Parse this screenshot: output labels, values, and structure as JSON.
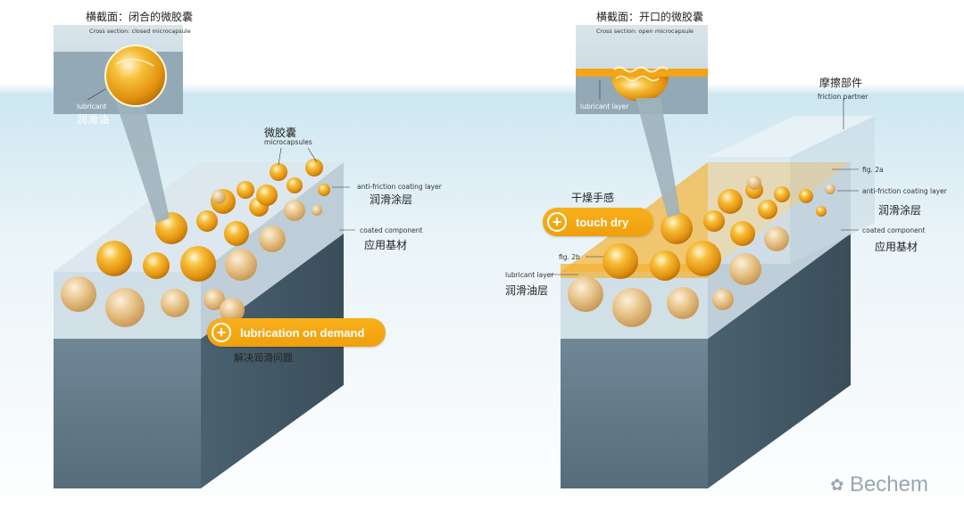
{
  "left_panel": {
    "inset_title_cn": "横截面：闭合的微胶囊",
    "inset_title_en": "Cross section: closed microcapsule",
    "inset_lubricant_en": "lubricant",
    "inset_lubricant_cn": "润滑油",
    "microcapsules_cn": "微胶囊",
    "microcapsules_en": "microcapsules",
    "coating_layer_en": "anti-friction coating layer",
    "coating_layer_cn": "润滑涂层",
    "coated_component_en": "coated component",
    "coated_component_cn": "应用基材",
    "pill_label": "lubrication on demand",
    "pill_caption_cn": "解决润滑问题"
  },
  "right_panel": {
    "inset_title_cn": "横截面：开口的微胶囊",
    "inset_title_en": "Cross section: open microcapsule",
    "inset_lubricant_layer_en": "lubricant layer",
    "friction_partner_cn": "摩擦部件",
    "friction_partner_en": "friction partner",
    "fig_2a": "fig. 2a",
    "coating_layer_en": "anti-friction coating layer",
    "coating_layer_cn": "润滑涂层",
    "coated_component_en": "coated component",
    "coated_component_cn": "应用基材",
    "touch_dry_cn": "干燥手感",
    "pill_label": "touch dry",
    "fig_2b": "fig. 2b",
    "lubricant_layer_en": "lubricant layer",
    "lubricant_layer_cn": "润滑油层"
  },
  "watermark": "Bechem",
  "colors": {
    "capsule_orange": "#f2a516",
    "slab_front": "#5b7382",
    "slab_side": "#3f5562",
    "coating": "#c9d8e2",
    "pill": "#f5a81a"
  }
}
